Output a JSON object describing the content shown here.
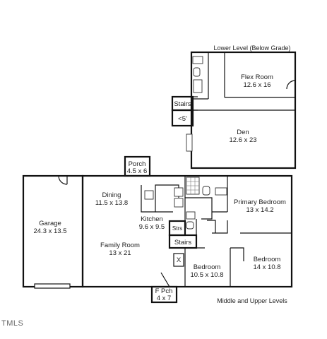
{
  "levels": {
    "lower": "Lower Level (Below Grade)",
    "main": "Middle and Upper Levels"
  },
  "rooms": {
    "flex": {
      "name": "Flex Room",
      "dims": "12.6 x 16"
    },
    "den": {
      "name": "Den",
      "dims": "12.6 x 23"
    },
    "porch": {
      "name": "Porch",
      "dims": "4.5 x 6"
    },
    "dining": {
      "name": "Dining",
      "dims": "11.5 x 13.8"
    },
    "kitchen": {
      "name": "Kitchen",
      "dims": "9.6  x 9.5"
    },
    "garage": {
      "name": "Garage",
      "dims": "24.3 x 13.5"
    },
    "family": {
      "name": "Family Room",
      "dims": "13 x 21"
    },
    "primary": {
      "name": "Primary Bedroom",
      "dims": "13 x 14.2"
    },
    "bedroom1": {
      "name": "Bedroom",
      "dims": "10.5 x 10.8"
    },
    "bedroom2": {
      "name": "Bedroom",
      "dims": "14 x 10.8"
    },
    "front_porch": {
      "name": "F Pch",
      "dims": "4 x 7"
    }
  },
  "labels": {
    "stairs_lower": "Stairs",
    "ceiling_note": "<5'",
    "stairs_main": "Stairs",
    "stairs_short": "Strs",
    "closet_x": "X"
  },
  "watermark": "TMLS"
}
